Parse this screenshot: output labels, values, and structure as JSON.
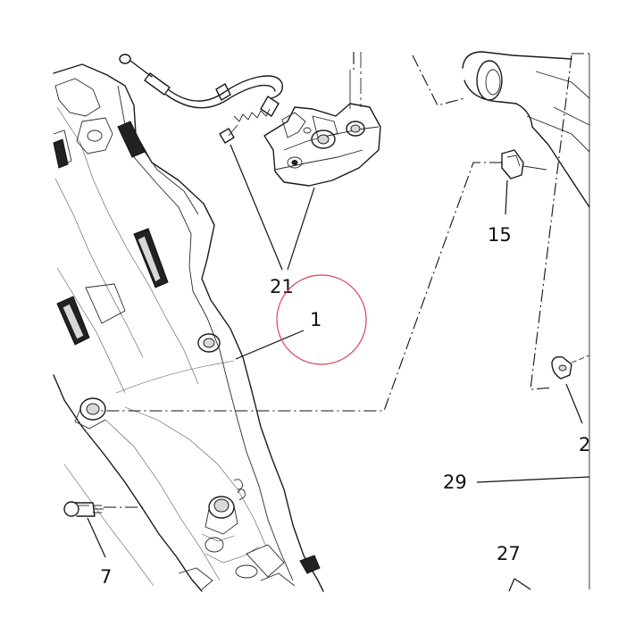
{
  "callouts": {
    "c1": "1",
    "c2": "2",
    "c7": "7",
    "c15": "15",
    "c21": "21",
    "c27": "27",
    "c29": "29"
  },
  "colors": {
    "background": "#ffffff",
    "line": "#1a1a1a",
    "highlight_circle": "#d9445a"
  },
  "highlight": {
    "label": "1",
    "shape": "circle"
  }
}
